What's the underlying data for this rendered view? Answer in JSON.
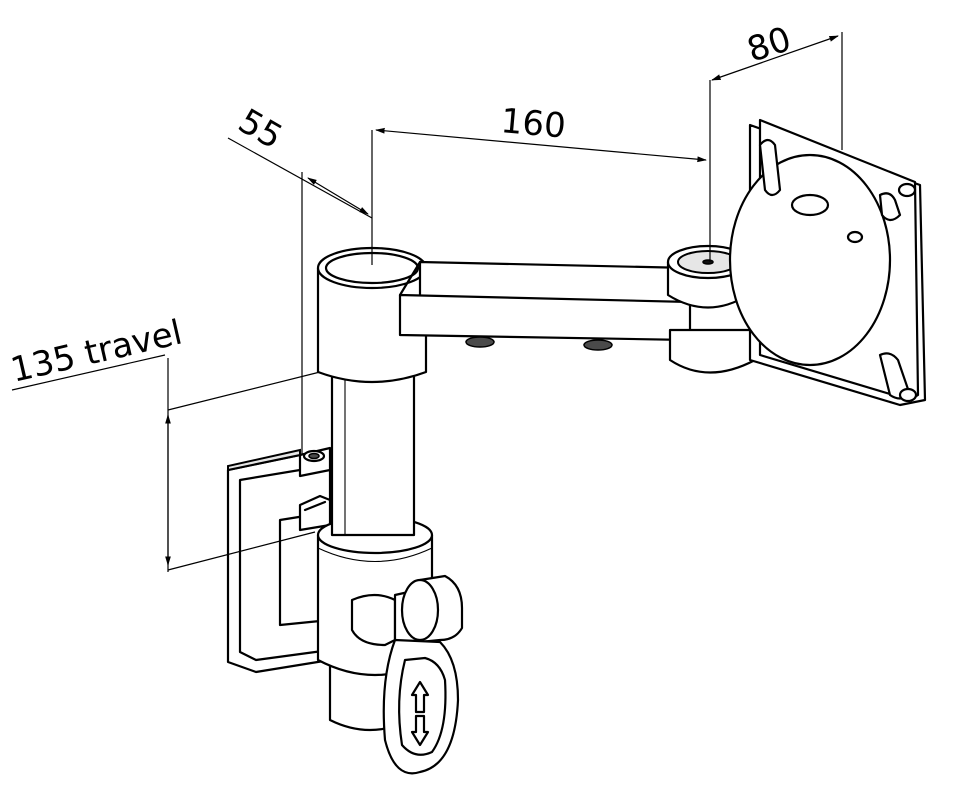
{
  "dimensions": {
    "height_travel": {
      "label": "135 travel"
    },
    "offset": {
      "label": "55"
    },
    "arm_length": {
      "label": "160"
    },
    "plate_width": {
      "label": "80"
    }
  },
  "line_color": "#000000",
  "background": "#ffffff"
}
